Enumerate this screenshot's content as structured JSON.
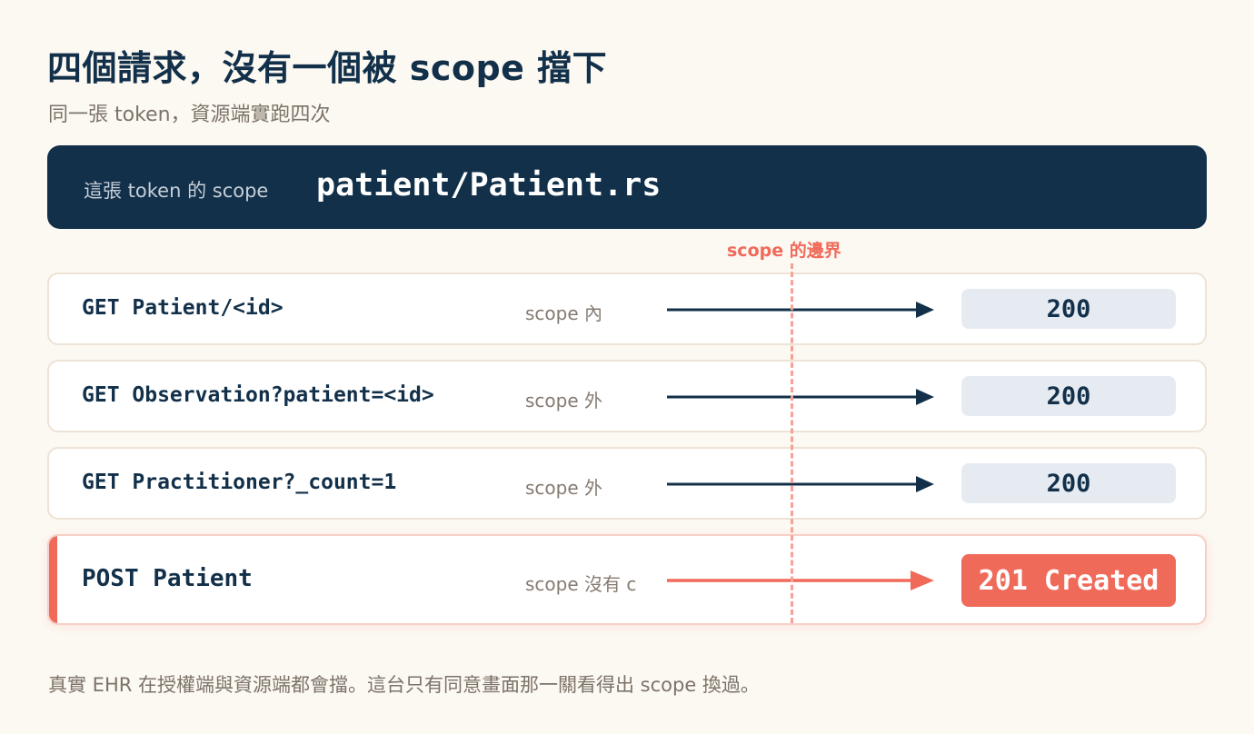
{
  "title": "四個請求，沒有一個被 scope 擋下",
  "subtitle": "同一張 token，資源端實跑四次",
  "scope_banner": {
    "label": "這張 token 的 scope",
    "value": "patient/Patient.rs"
  },
  "boundary": {
    "label": "scope 的邊界",
    "color": "#f06a5a"
  },
  "requests": [
    {
      "request": "GET Patient/<id>",
      "note": "scope 內",
      "status": "200",
      "highlight": false
    },
    {
      "request": "GET Observation?patient=<id>",
      "note": "scope 外",
      "status": "200",
      "highlight": false
    },
    {
      "request": "GET Practitioner?_count=1",
      "note": "scope 外",
      "status": "200",
      "highlight": false
    },
    {
      "request": "POST Patient",
      "note": "scope 沒有 c",
      "status": "201 Created",
      "highlight": true
    }
  ],
  "footer": "真實 EHR 在授權端與資源端都會擋。這台只有同意畫面那一關看得出 scope 換過。",
  "colors": {
    "navy": "#12304a",
    "accent": "#f06a5a",
    "background": "#fcf8f2"
  }
}
